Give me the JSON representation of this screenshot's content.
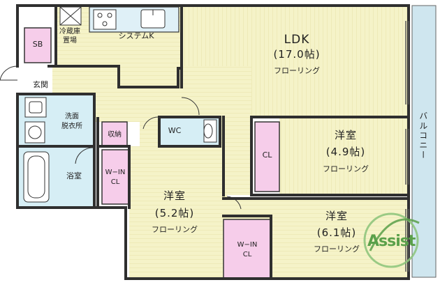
{
  "colors": {
    "floor": "#f5f3c8",
    "wet": "#d6eef5",
    "storage": "#f6cdea",
    "balcony": "#cfe6ef",
    "wall": "#2f2f2f",
    "logo_green": "#5aa04a"
  },
  "rooms": {
    "ldk": {
      "name": "LDK",
      "size": "(17.0帖)",
      "floor": "フローリング"
    },
    "western1": {
      "name": "洋室",
      "size": "(4.9帖)",
      "floor": "フローリング"
    },
    "western2": {
      "name": "洋室",
      "size": "(5.2帖)",
      "floor": "フローリング"
    },
    "western3": {
      "name": "洋室",
      "size": "(6.1帖)",
      "floor": "フローリング"
    }
  },
  "labels": {
    "sb": "SB",
    "genkan": "玄関",
    "fridge": "冷蔵庫",
    "fridge2": "置場",
    "kitchen": "システムK",
    "washroom": "洗面",
    "washroom2": "脱衣所",
    "storage": "収納",
    "wc": "WC",
    "bath": "浴室",
    "cl1": "CL",
    "wic1": "W−IN",
    "wic1b": "CL",
    "wic2": "W−IN",
    "wic2b": "CL",
    "balcony": "バルコニー"
  },
  "logo": {
    "text": "Assist"
  }
}
